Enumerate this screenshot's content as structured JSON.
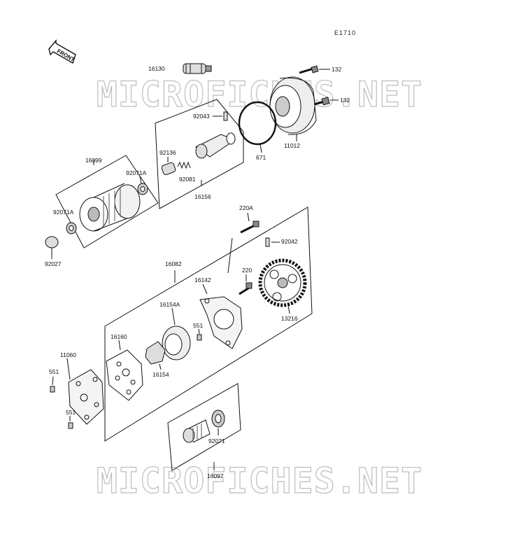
{
  "diagram_code": "E1710",
  "front_label": "FRONT",
  "watermark": "MICROFICHES.NET",
  "parts": {
    "p16130": "16130",
    "p132a": "132",
    "p132b": "132",
    "p92043": "92043",
    "p11012": "11012",
    "p92136": "92136",
    "p92081": "92081",
    "p671": "671",
    "p16156": "16156",
    "p16099": "16099",
    "p92071A_a": "92071A",
    "p92071A_b": "92071A",
    "p92027": "92027",
    "p220A": "220A",
    "p92042": "92042",
    "p16082": "16082",
    "p220": "220",
    "p16142": "16142",
    "p16154A": "16154A",
    "p551_a": "551",
    "p13216": "13216",
    "p11060": "11060",
    "p16160": "16160",
    "p551_b": "551",
    "p16154": "16154",
    "p551_c": "551",
    "p92071": "92071",
    "p16097": "16097"
  }
}
